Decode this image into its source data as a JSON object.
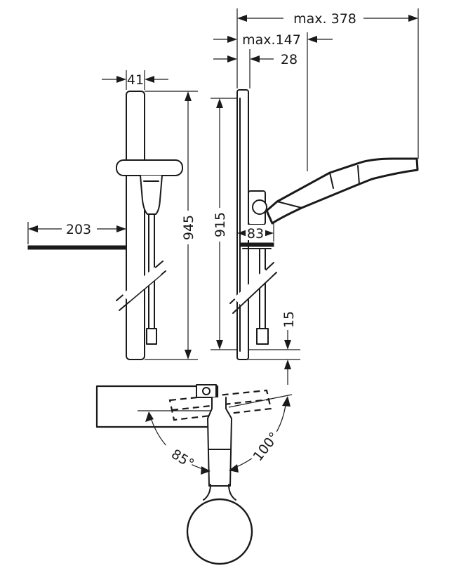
{
  "dimensions": {
    "max_378": "max. 378",
    "max_147": "max.147",
    "d28": "28",
    "d41": "41",
    "d945": "945",
    "d915": "915",
    "d203": "203",
    "d83": "83",
    "d15": "15",
    "angle_85": "85°",
    "angle_100": "100°"
  },
  "colors": {
    "line": "#1a1a1a",
    "background": "#ffffff"
  }
}
